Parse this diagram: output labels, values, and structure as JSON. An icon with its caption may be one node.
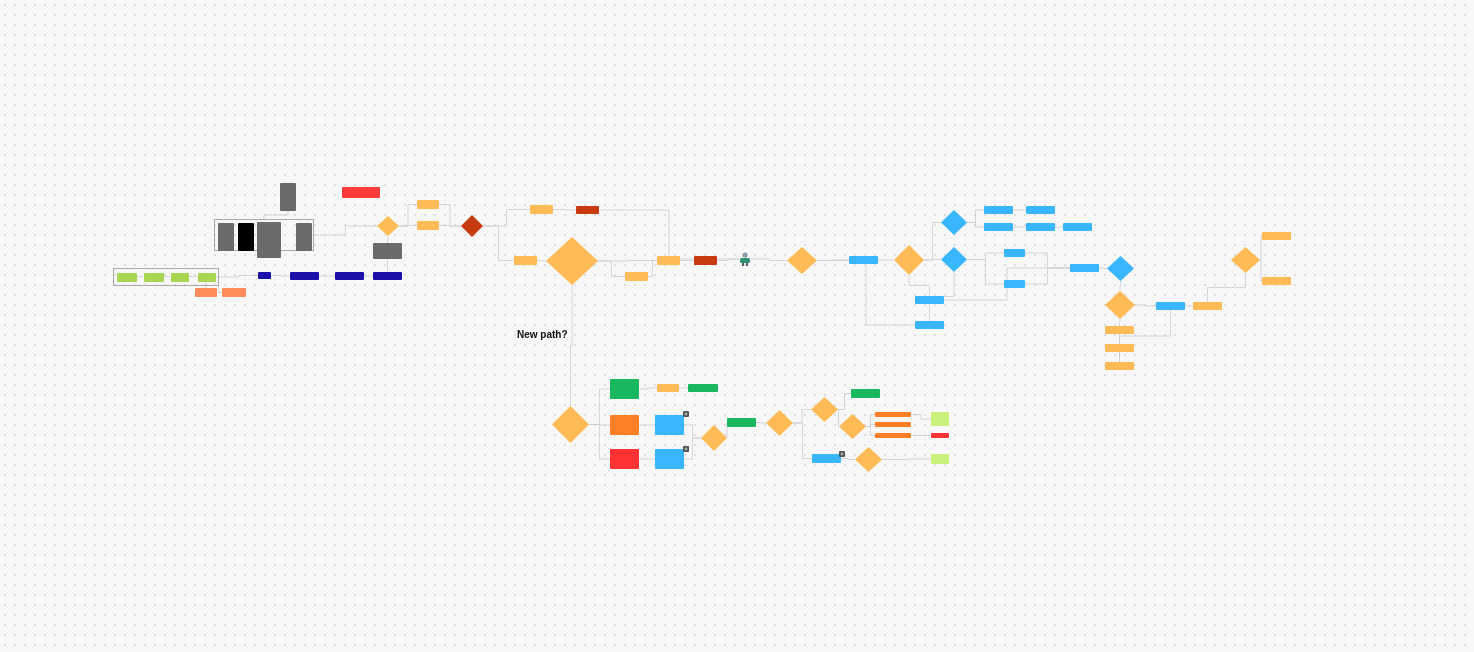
{
  "diagram": {
    "nodes": [
      {
        "text": [],
        "shape": "box"
      },
      {
        "text": [],
        "shape": "box",
        "in": 0
      },
      {
        "text": [],
        "shape": "box",
        "in": 0
      },
      {
        "text": [],
        "shape": "box",
        "in": 0
      },
      {
        "text": [],
        "shape": "box",
        "in": 0
      },
      {
        "text": [],
        "shape": "box"
      },
      {
        "text": [],
        "shape": "box",
        "in": 5
      },
      {
        "text": [],
        "shape": "box",
        "in": 5
      },
      {
        "text": [],
        "shape": "box"
      },
      {
        "text": [],
        "shape": "box",
        "in": 5
      },
      {
        "text": [],
        "shape": "box"
      },
      {
        "text": [],
        "shape": "box"
      },
      {
        "text": [],
        "shape": "box"
      },
      {
        "text": [],
        "shape": "box"
      },
      {
        "text": [],
        "shape": "box"
      },
      {
        "text": [],
        "shape": "box"
      },
      {
        "text": [],
        "shape": "box"
      },
      {
        "text": [],
        "shape": "box"
      },
      {
        "text": [],
        "shape": "box"
      },
      {
        "text": [],
        "shape": "diamond"
      },
      {
        "text": [],
        "shape": "box"
      },
      {
        "text": [],
        "shape": "box"
      },
      {
        "text": [],
        "shape": "diamond"
      },
      {
        "text": [],
        "shape": "box"
      },
      {
        "text": [],
        "shape": "box"
      },
      {
        "text": [],
        "shape": "box"
      },
      {
        "text": [],
        "shape": "diamond"
      },
      {
        "text": [],
        "shape": "box"
      },
      {
        "text": [],
        "shape": "box"
      },
      {
        "text": [],
        "shape": "box"
      },
      {
        "text": [],
        "shape": "person"
      },
      {
        "text": [],
        "shape": "diamond"
      },
      {
        "text": [],
        "shape": "box"
      },
      {
        "text": [],
        "shape": "diamond"
      },
      {
        "text": [],
        "shape": "diamond"
      },
      {
        "text": [],
        "shape": "box"
      },
      {
        "text": [],
        "shape": "box"
      },
      {
        "text": [],
        "shape": "box"
      },
      {
        "text": [],
        "shape": "box"
      },
      {
        "text": [],
        "shape": "box"
      },
      {
        "text": [],
        "shape": "diamond"
      },
      {
        "text": [],
        "shape": "box"
      },
      {
        "text": [],
        "shape": "box"
      },
      {
        "text": [],
        "shape": "box"
      },
      {
        "text": [],
        "shape": "diamond"
      },
      {
        "text": [],
        "shape": "box"
      },
      {
        "text": [],
        "shape": "box"
      },
      {
        "text": [],
        "shape": "diamond"
      },
      {
        "text": [],
        "shape": "box"
      },
      {
        "text": [],
        "shape": "box"
      },
      {
        "text": [],
        "shape": "box"
      },
      {
        "text": [],
        "shape": "box"
      },
      {
        "text": [],
        "shape": "box"
      },
      {
        "text": [],
        "shape": "diamond"
      },
      {
        "text": [],
        "shape": "box"
      },
      {
        "text": [],
        "shape": "box"
      },
      {
        "text": [],
        "shape": "diamond"
      },
      {
        "text": [],
        "shape": "box"
      },
      {
        "text": [],
        "shape": "box"
      },
      {
        "text": [],
        "shape": "box"
      },
      {
        "text": [],
        "shape": "box"
      },
      {
        "text": [],
        "shape": "box"
      },
      {
        "text": [],
        "shape": "box"
      },
      {
        "text": [],
        "shape": "box"
      },
      {
        "text": [],
        "shape": "diamond"
      },
      {
        "text": [],
        "shape": "box"
      },
      {
        "text": [],
        "shape": "diamond"
      },
      {
        "text": [],
        "shape": "diamond"
      },
      {
        "text": [],
        "shape": "box"
      },
      {
        "text": [],
        "shape": "diamond"
      },
      {
        "text": [],
        "shape": "box"
      },
      {
        "text": [],
        "shape": "box"
      },
      {
        "text": [],
        "shape": "box"
      },
      {
        "text": [],
        "shape": "box"
      },
      {
        "text": [],
        "shape": "box"
      },
      {
        "text": [],
        "shape": "box"
      },
      {
        "text": [],
        "shape": "diamond"
      },
      {
        "text": [],
        "shape": "box"
      }
    ],
    "edges": [
      {
        "from": 1,
        "to": 2,
        "arrow": "none"
      },
      {
        "from": 2,
        "to": 3,
        "arrow": "none"
      },
      {
        "from": 3,
        "to": 4,
        "arrow": "none"
      },
      {
        "from": 0,
        "to": 14,
        "arrow": "none"
      },
      {
        "from": 14,
        "to": 15,
        "arrow": "none"
      },
      {
        "from": 15,
        "to": 16,
        "arrow": "none"
      },
      {
        "from": 16,
        "to": 17,
        "arrow": "none"
      },
      {
        "from": 17,
        "to": 18,
        "arrow": "none"
      },
      {
        "from": 18,
        "to": 19,
        "arrow": "none"
      },
      {
        "from": 5,
        "to": 19,
        "arrow": "none"
      },
      {
        "from": 10,
        "to": 5,
        "arrow": "none"
      },
      {
        "from": 4,
        "to": 12,
        "arrow": "none"
      },
      {
        "from": 4,
        "to": 13,
        "arrow": "none"
      },
      {
        "from": 19,
        "to": 20,
        "arrow": "none"
      },
      {
        "from": 19,
        "to": 21,
        "arrow": "none"
      },
      {
        "from": 20,
        "to": 22,
        "arrow": "none"
      },
      {
        "from": 21,
        "to": 22,
        "arrow": "none"
      },
      {
        "from": 22,
        "to": 23,
        "arrow": "none"
      },
      {
        "from": 22,
        "to": 25,
        "arrow": "none"
      },
      {
        "from": 23,
        "to": 24,
        "arrow": "none"
      },
      {
        "from": 24,
        "to": 30,
        "arrow": "none"
      },
      {
        "from": 25,
        "to": 26,
        "arrow": "none"
      },
      {
        "from": 26,
        "to": 27,
        "arrow": "none"
      },
      {
        "from": 26,
        "to": 28,
        "arrow": "none"
      },
      {
        "from": 27,
        "to": 28,
        "arrow": "none"
      },
      {
        "from": 28,
        "to": 29,
        "arrow": "none"
      },
      {
        "from": 29,
        "to": 30,
        "arrow": "none"
      },
      {
        "from": 30,
        "to": 31,
        "arrow": "none"
      },
      {
        "from": 31,
        "to": 32,
        "arrow": "none"
      },
      {
        "from": 32,
        "to": 33,
        "arrow": "none"
      },
      {
        "from": 33,
        "to": 34,
        "arrow": "none"
      },
      {
        "from": 33,
        "to": 40,
        "arrow": "none"
      },
      {
        "from": 34,
        "to": 35,
        "arrow": "none"
      },
      {
        "from": 34,
        "to": 37,
        "arrow": "none"
      },
      {
        "from": 35,
        "to": 36,
        "arrow": "none"
      },
      {
        "from": 37,
        "to": 38,
        "arrow": "none"
      },
      {
        "from": 38,
        "to": 39,
        "arrow": "none"
      },
      {
        "from": 40,
        "to": 41,
        "arrow": "none"
      },
      {
        "from": 40,
        "to": 42,
        "arrow": "none"
      },
      {
        "from": 41,
        "to": 43,
        "arrow": "none"
      },
      {
        "from": 42,
        "to": 43,
        "arrow": "none"
      },
      {
        "from": 43,
        "to": 44,
        "arrow": "none"
      },
      {
        "from": 44,
        "to": 47,
        "arrow": "none"
      },
      {
        "from": 47,
        "to": 51,
        "arrow": "none"
      },
      {
        "from": 47,
        "to": 48,
        "arrow": "none"
      },
      {
        "from": 48,
        "to": 49,
        "arrow": "none"
      },
      {
        "from": 49,
        "to": 50,
        "arrow": "none"
      },
      {
        "from": 50,
        "to": 51,
        "arrow": "none"
      },
      {
        "from": 51,
        "to": 52,
        "arrow": "none"
      },
      {
        "from": 52,
        "to": 53,
        "arrow": "none"
      },
      {
        "from": 53,
        "to": 54,
        "arrow": "none"
      },
      {
        "from": 53,
        "to": 55,
        "arrow": "none"
      },
      {
        "from": 33,
        "to": 45,
        "arrow": "none"
      },
      {
        "from": 45,
        "to": 43,
        "arrow": "none"
      },
      {
        "from": 40,
        "to": 46,
        "arrow": "none"
      },
      {
        "from": 31,
        "to": 46,
        "arrow": "none"
      },
      {
        "from": 26,
        "to": 56,
        "arrow": "none"
      },
      {
        "from": 56,
        "to": 57,
        "arrow": "none"
      },
      {
        "from": 56,
        "to": 60,
        "arrow": "none"
      },
      {
        "from": 56,
        "to": 61,
        "arrow": "none"
      },
      {
        "from": 57,
        "to": 58,
        "arrow": "none"
      },
      {
        "from": 58,
        "to": 59,
        "arrow": "none"
      },
      {
        "from": 60,
        "to": 62,
        "arrow": "none"
      },
      {
        "from": 61,
        "to": 63,
        "arrow": "none"
      },
      {
        "from": 62,
        "to": 64,
        "arrow": "none"
      },
      {
        "from": 63,
        "to": 64,
        "arrow": "none"
      },
      {
        "from": 64,
        "to": 65,
        "arrow": "none"
      },
      {
        "from": 65,
        "to": 66,
        "arrow": "none"
      },
      {
        "from": 66,
        "to": 67,
        "arrow": "none"
      },
      {
        "from": 66,
        "to": 75,
        "arrow": "none"
      },
      {
        "from": 67,
        "to": 68,
        "arrow": "none"
      },
      {
        "from": 67,
        "to": 69,
        "arrow": "none"
      },
      {
        "from": 69,
        "to": 70,
        "arrow": "none"
      },
      {
        "from": 69,
        "to": 71,
        "arrow": "none"
      },
      {
        "from": 69,
        "to": 72,
        "arrow": "none"
      },
      {
        "from": 70,
        "to": 73,
        "arrow": "none"
      },
      {
        "from": 72,
        "to": 74,
        "arrow": "none"
      },
      {
        "from": 75,
        "to": 76,
        "arrow": "none"
      },
      {
        "from": 76,
        "to": 77,
        "arrow": "none"
      }
    ],
    "labels": [
      "New path?"
    ]
  }
}
